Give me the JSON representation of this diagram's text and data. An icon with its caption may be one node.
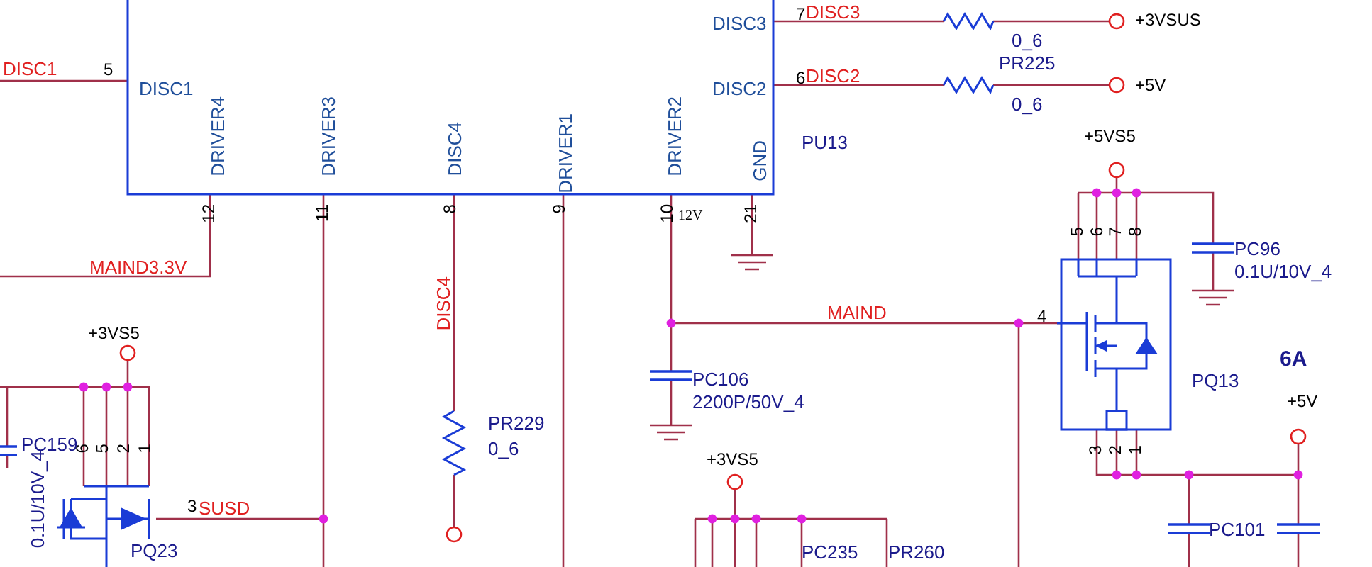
{
  "diagram": {
    "labels": [
      "DISC1",
      "5",
      "DISC1",
      "DISC3",
      "7",
      "DISC3",
      "0_6",
      "+3VSUS",
      "DISC2",
      "6",
      "DISC2",
      "PR225",
      "0_6",
      "+5V",
      "DRIVER4",
      "DRIVER3",
      "DISC4",
      "DRIVER1",
      "DRIVER2",
      "GND",
      "PU13",
      "12",
      "11",
      "8",
      "9",
      "10",
      "12V",
      "21",
      "MAIND3.3V",
      "DISC4",
      "+5VS5",
      "5",
      "6",
      "7",
      "8",
      "PC96",
      "0.1U/10V_4",
      "MAIND",
      "4",
      "6A",
      "PC106",
      "2200P/50V_4",
      "PQ13",
      "+5V",
      "+3VS5",
      "PC159",
      "0.1U/10V_4",
      "PR229",
      "0_6",
      "6",
      "5",
      "2",
      "1",
      "3",
      "SUSD",
      "PQ23",
      "3",
      "2",
      "1",
      "+3VS5",
      "PC235",
      "PR260",
      "PC101"
    ]
  }
}
